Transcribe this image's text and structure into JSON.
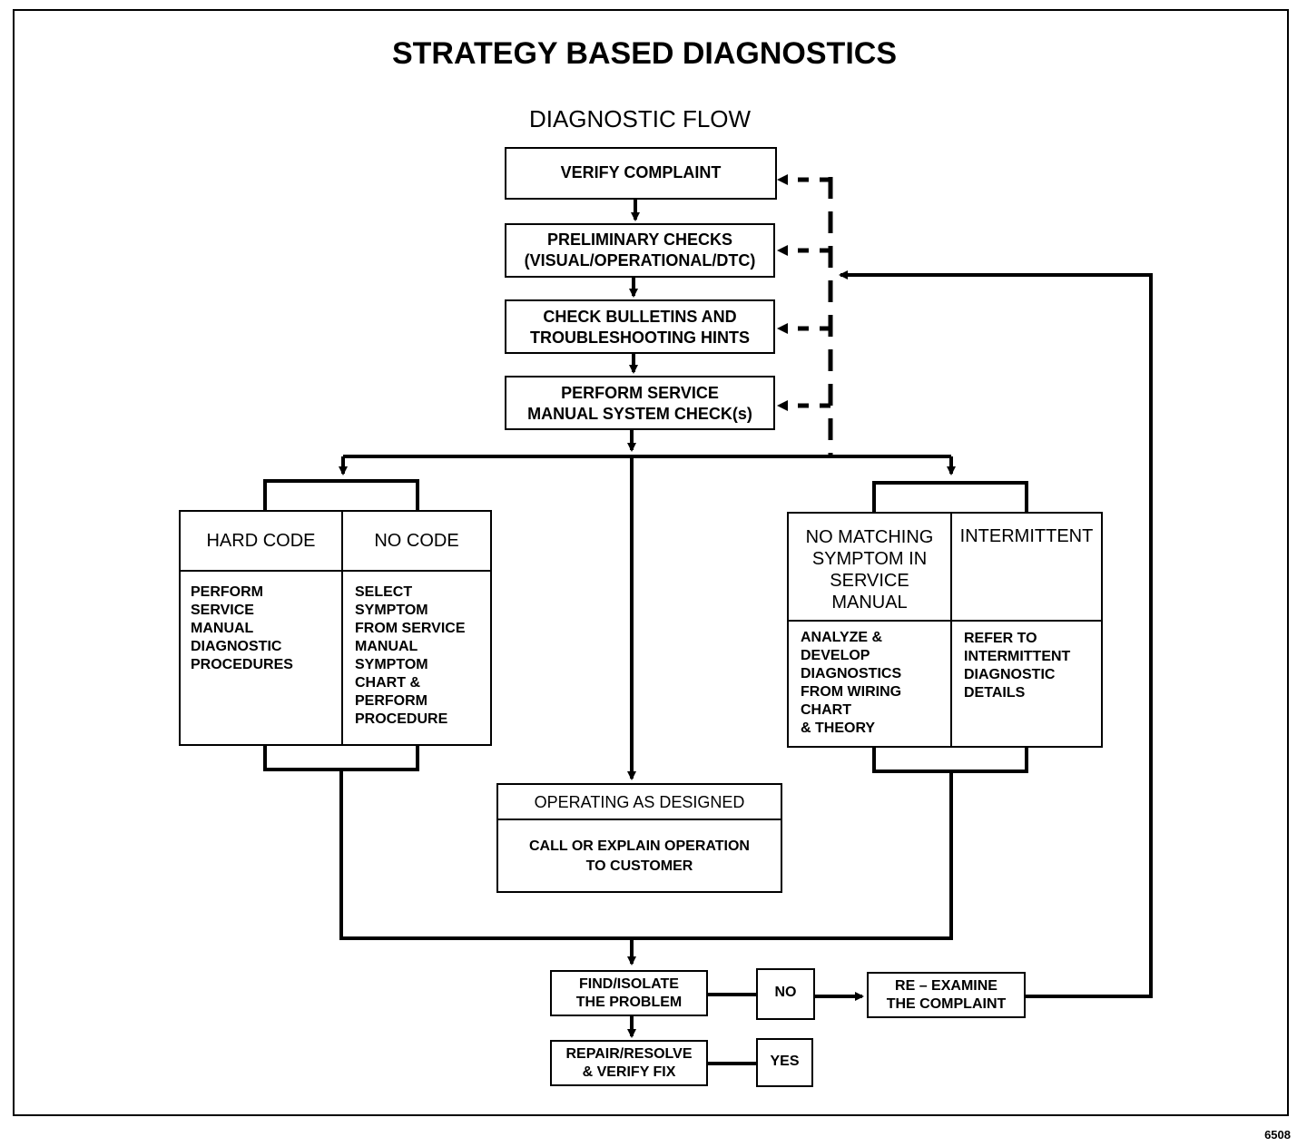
{
  "title": "STRATEGY BASED DIAGNOSTICS",
  "subtitle": "DIAGNOSTIC FLOW",
  "steps": {
    "verify_complaint": "VERIFY COMPLAINT",
    "preliminary_checks": "PRELIMINARY CHECKS\n(VISUAL/OPERATIONAL/DTC)",
    "check_bulletins": "CHECK BULLETINS AND\nTROUBLESHOOTING HINTS",
    "system_check": "PERFORM SERVICE\nMANUAL SYSTEM CHECK(s)"
  },
  "left_group": {
    "hard_code_header": "HARD CODE",
    "no_code_header": "NO CODE",
    "hard_code_body": "PERFORM\nSERVICE\nMANUAL\nDIAGNOSTIC\nPROCEDURES",
    "no_code_body": "SELECT\nSYMPTOM\nFROM SERVICE\nMANUAL\nSYMPTOM\nCHART &\nPERFORM\nPROCEDURE"
  },
  "right_group": {
    "no_match_header": "NO MATCHING\nSYMPTOM IN\nSERVICE\nMANUAL",
    "intermittent_header": "INTERMITTENT",
    "no_match_body": "ANALYZE &\nDEVELOP\nDIAGNOSTICS\nFROM WIRING\nCHART\n& THEORY",
    "intermittent_body": "REFER TO\nINTERMITTENT\nDIAGNOSTIC\nDETAILS"
  },
  "operating": {
    "header": "OPERATING AS DESIGNED",
    "body": "CALL OR EXPLAIN OPERATION\nTO CUSTOMER"
  },
  "bottom": {
    "find_isolate": "FIND/ISOLATE\nTHE PROBLEM",
    "no": "NO",
    "reexamine": "RE – EXAMINE\nTHE COMPLAINT",
    "repair": "REPAIR/RESOLVE\n& VERIFY FIX",
    "yes": "YES"
  },
  "figure_number": "6508"
}
